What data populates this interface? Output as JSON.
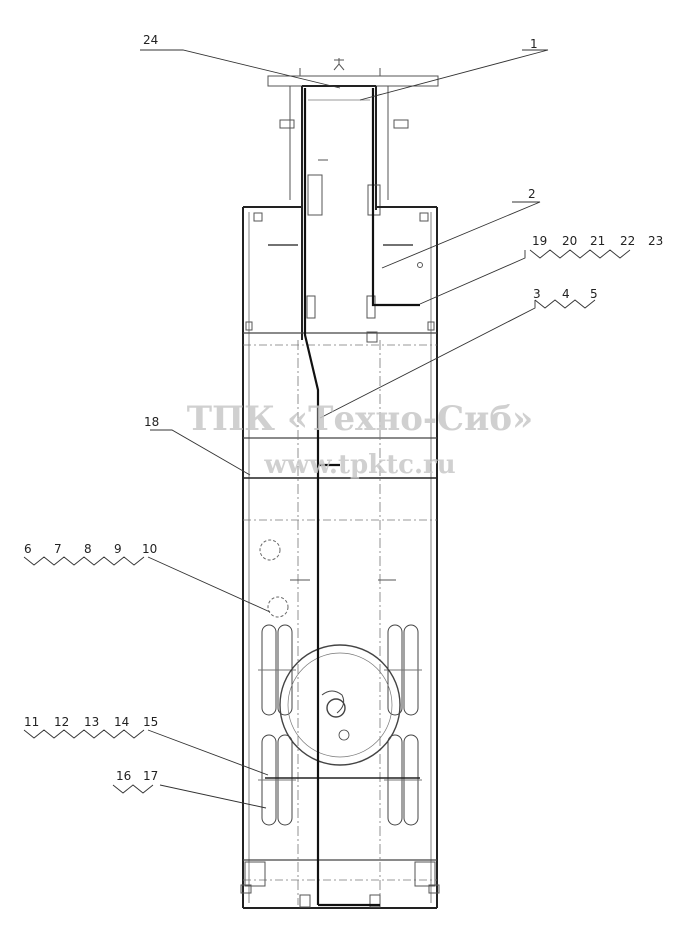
{
  "callouts": {
    "c1": "1",
    "c2": "2",
    "c3": "3",
    "c4": "4",
    "c5": "5",
    "c6": "6",
    "c7": "7",
    "c8": "8",
    "c9": "9",
    "c10": "10",
    "c11": "11",
    "c12": "12",
    "c13": "13",
    "c14": "14",
    "c15": "15",
    "c16": "16",
    "c17": "17",
    "c18": "18",
    "c19": "19",
    "c20": "20",
    "c21": "21",
    "c22": "22",
    "c23": "23",
    "c24": "24"
  },
  "watermark": {
    "company": "ТПК «Техно-Сиб»",
    "url": "www.tpktc.ru"
  },
  "colors": {
    "line": "#222222",
    "thin": "#555555",
    "watermark": "#c8c8c8"
  }
}
